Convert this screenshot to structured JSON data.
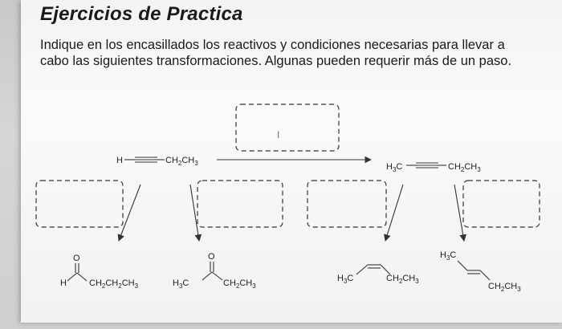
{
  "title": "Ejercicios de Practica",
  "instructions": "Indique en los encasillados los reactivos y condiciones necesarias para llevar a cabo las siguientes transformaciones. Algunas pueden requerir más de un paso.",
  "cursor_glyph": "I",
  "reactant": {
    "h": "H",
    "group_main": "CH",
    "sub1": "2",
    "group_end": "CH",
    "sub2": "3"
  },
  "product_top": {
    "h3c_main": "H",
    "h3c_sub": "3",
    "h3c_end": "C",
    "group_main": "CH",
    "sub1": "2",
    "group_end": "CH",
    "sub2": "3"
  },
  "products": {
    "aldehyde": {
      "o": "O",
      "h": "H",
      "chain_main": "CH",
      "s1": "2",
      "chain_mid1": "CH",
      "s2": "2",
      "chain_end": "CH",
      "s3": "3"
    },
    "ketone": {
      "o": "O",
      "h3c_main": "H",
      "h3c_sub": "3",
      "h3c_end": "C",
      "chain_main": "CH",
      "s1": "2",
      "chain_end": "CH",
      "s2": "3"
    },
    "cis_alkene": {
      "h3c_main": "H",
      "h3c_sub": "3",
      "h3c_end": "C",
      "chain_main": "CH",
      "s1": "2",
      "chain_end": "CH",
      "s2": "3"
    },
    "trans_alkene": {
      "h3c_main": "H",
      "h3c_sub": "3",
      "h3c_end": "C",
      "chain_main": "CH",
      "s1": "2",
      "chain_end": "CH",
      "s2": "3"
    }
  }
}
